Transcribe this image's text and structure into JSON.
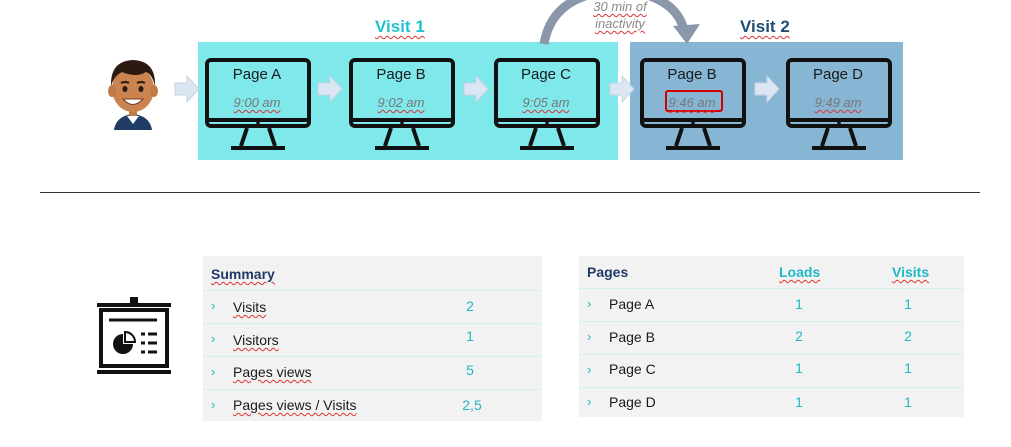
{
  "visit1": {
    "title": "Visit 1"
  },
  "visit2": {
    "title": "Visit 2"
  },
  "inactivity": {
    "line1": "30 min of",
    "line2": "inactivity"
  },
  "monitors": [
    {
      "page": "Page A",
      "time": "9:00 am",
      "visit": 1,
      "highlighted": false
    },
    {
      "page": "Page B",
      "time": "9:02 am",
      "visit": 1,
      "highlighted": false
    },
    {
      "page": "Page C",
      "time": "9:05 am",
      "visit": 1,
      "highlighted": false
    },
    {
      "page": "Page B",
      "time": "9:46 am",
      "visit": 2,
      "highlighted": true
    },
    {
      "page": "Page D",
      "time": "9:49 am",
      "visit": 2,
      "highlighted": false
    }
  ],
  "summary": {
    "title": "Summary",
    "rows": [
      {
        "label": "Visits",
        "value": "2"
      },
      {
        "label": "Visitors",
        "value": "1"
      },
      {
        "label": "Pages views",
        "value": "5"
      },
      {
        "label": "Pages views / Visits",
        "value": "2,5"
      }
    ]
  },
  "pages_table": {
    "headers": {
      "pages": "Pages",
      "loads": "Loads",
      "visits": "Visits"
    },
    "rows": [
      {
        "page": "Page A",
        "loads": "1",
        "visits": "1"
      },
      {
        "page": "Page B",
        "loads": "2",
        "visits": "2"
      },
      {
        "page": "Page C",
        "loads": "1",
        "visits": "1"
      },
      {
        "page": "Page D",
        "loads": "1",
        "visits": "1"
      }
    ]
  },
  "colors": {
    "visit1": "#1ec3cf",
    "visit2": "#1f4e79",
    "panel1": "#7fe8ea",
    "panel2": "#86b6d3",
    "highlight": "#d00000"
  },
  "chevron": "›"
}
